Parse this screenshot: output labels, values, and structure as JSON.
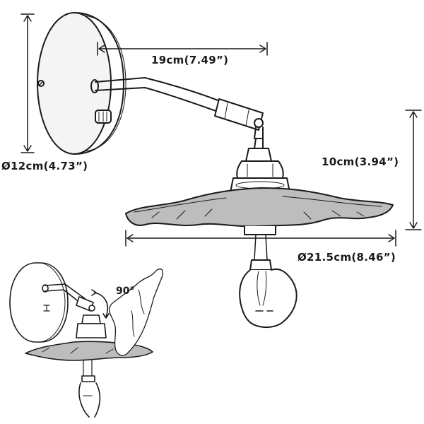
{
  "dimensions": {
    "arm_length": "19cm(7.49”)",
    "plate_diameter": "Ø12cm(4.73”)",
    "height": "10cm(3.94”)",
    "shade_diameter": "Ø21.5cm(8.46”)"
  },
  "rotation": {
    "angle": "90°"
  },
  "colors": {
    "ink": "#1a1a1a",
    "shade_fill": "#bdbdbd",
    "plate_fill": "#f4f4f4"
  }
}
